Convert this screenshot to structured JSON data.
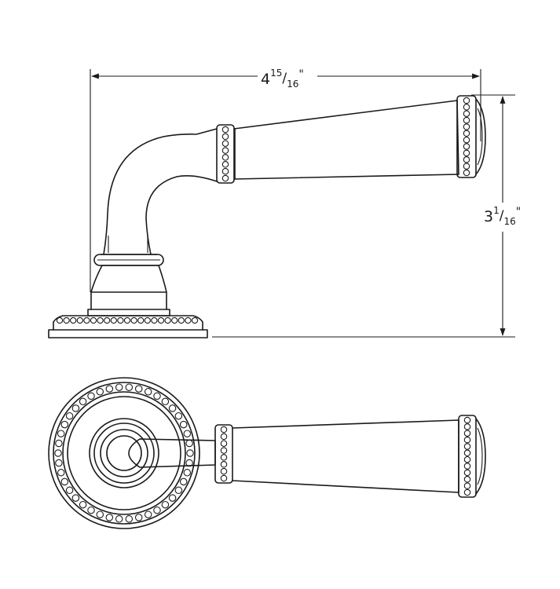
{
  "dimensions": {
    "width": {
      "whole": "4",
      "numerator": "15",
      "denominator": "16",
      "unit": "\""
    },
    "height": {
      "whole": "3",
      "numerator": "1",
      "denominator": "16",
      "unit": "\""
    }
  },
  "colors": {
    "line": "#1a1a1a",
    "background": "#ffffff"
  }
}
